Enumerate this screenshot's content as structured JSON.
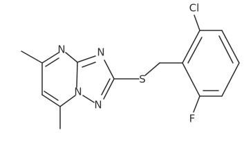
{
  "molecule": {
    "atoms": {
      "chlorine": "Cl",
      "sulfur": "S",
      "fluorine": "F",
      "nitrogen_top": "N",
      "nitrogen_triazole_top": "N",
      "nitrogen_bridge": "N",
      "nitrogen_triazole_bottom": "N"
    }
  }
}
